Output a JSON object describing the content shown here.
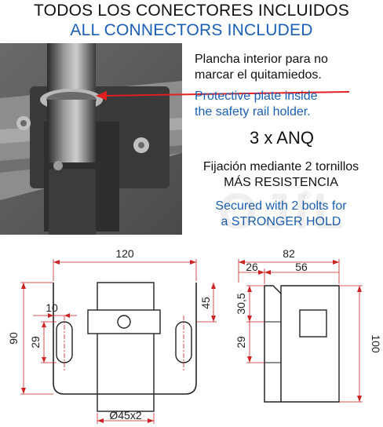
{
  "header": {
    "title_es": "TODOS LOS CONECTORES INCLUIDOS",
    "title_en": "ALL CONNECTORS INCLUDED"
  },
  "notes": {
    "plate_es_line1": "Plancha interior para no",
    "plate_es_line2": "marcar el quitamiedos.",
    "plate_en_line1": "Protective plate inside",
    "plate_en_line2": "the safety rail holder.",
    "quantity": "3 x ANQ",
    "fix_es_line1": "Fijación mediante 2 tornillos",
    "fix_es_line2": "MÁS RESISTENCIA",
    "fix_en_line1": "Secured with 2 bolts for",
    "fix_en_line2": "a STRONGER HOLD"
  },
  "watermark": {
    "text": "OJIL",
    "registered": "®"
  },
  "front_view": {
    "width": "120",
    "height": "90",
    "slot_offset": "10",
    "slot_length": "29",
    "hole_height": "45",
    "tube": "Ø45x2"
  },
  "side_view": {
    "width": "82",
    "part_a": "26",
    "part_b": "56",
    "upper": "30,5",
    "slot": "29",
    "height": "100"
  },
  "colors": {
    "title_blue": "#1a5fb4",
    "dimension_red": "#cc2222",
    "pointer_red": "#e02020",
    "line_black": "#222222"
  }
}
